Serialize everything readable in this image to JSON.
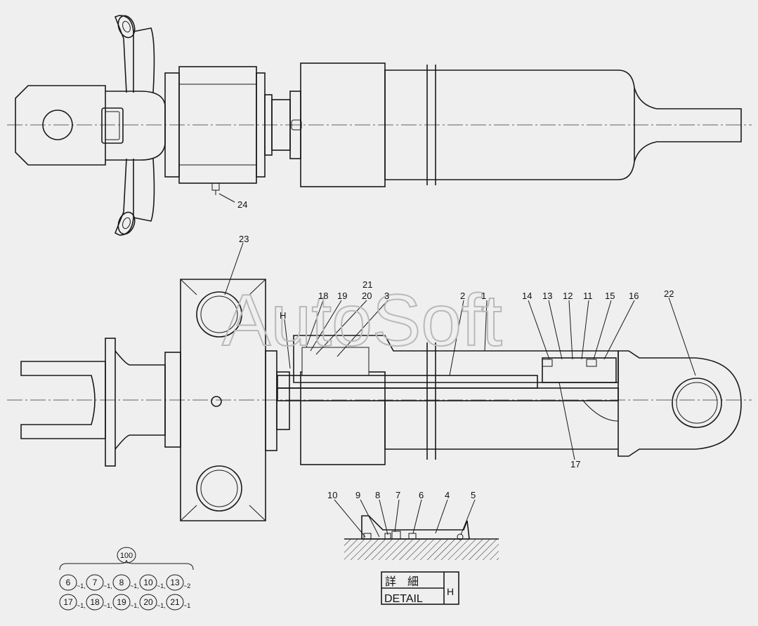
{
  "watermark": "AutoSoft",
  "part_labels": {
    "p2": "2",
    "p3": "3",
    "p4": "4",
    "p5": "5",
    "p6": "6",
    "p7": "7",
    "p8": "8",
    "p9": "9",
    "p10": "10",
    "p11": "11",
    "p12": "12",
    "p13": "13",
    "p14": "14",
    "p15": "15",
    "p16": "16",
    "p17": "17",
    "p18": "18",
    "p19": "19",
    "p20": "20",
    "p21": "21",
    "p22": "22",
    "p23": "23",
    "p24": "24",
    "pH": "H"
  },
  "kit": {
    "number": "100",
    "row1": [
      {
        "n": "6",
        "q": "~1,"
      },
      {
        "n": "7",
        "q": "~1,"
      },
      {
        "n": "8",
        "q": "~1,"
      },
      {
        "n": "10",
        "q": "~1,"
      },
      {
        "n": "13",
        "q": "~2"
      }
    ],
    "row2": [
      {
        "n": "17",
        "q": "~1,"
      },
      {
        "n": "18",
        "q": "~1,"
      },
      {
        "n": "19",
        "q": "~1,"
      },
      {
        "n": "20",
        "q": "~1,"
      },
      {
        "n": "21",
        "q": "~1"
      }
    ]
  },
  "detail_box": {
    "jp": "詳　細",
    "en": "DETAIL",
    "ref": "H"
  }
}
